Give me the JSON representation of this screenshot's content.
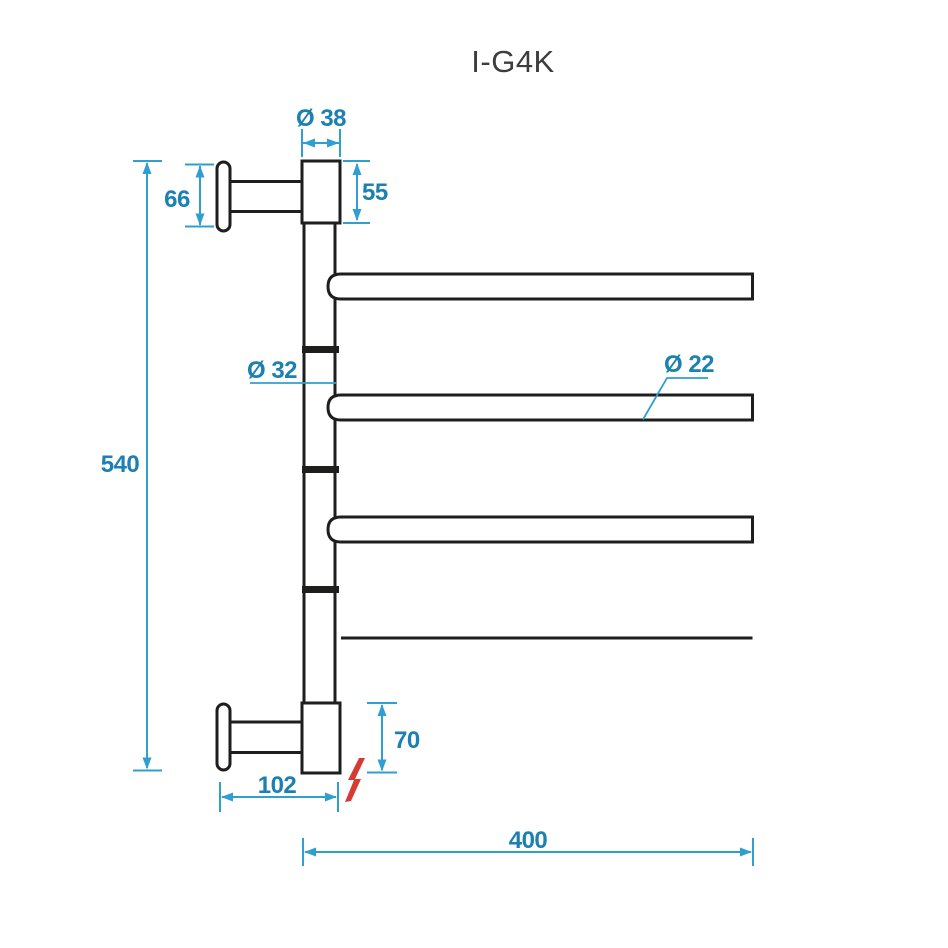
{
  "model": "I-G4K",
  "colors": {
    "outline": "#1e1e1c",
    "dimension_line": "#2f9fd2",
    "dimension_text": "#1b80b2",
    "electric_red": "#d63b33",
    "background": "#ffffff"
  },
  "dims": {
    "pivot_block_diameter": "Ø 38",
    "top_bracket_height": "55",
    "wall_plate_height": "66",
    "overall_height": "540",
    "post_diameter": "Ø 32",
    "bar_diameter": "Ø 22",
    "bottom_bracket_height": "70",
    "wall_offset": "102",
    "bar_length": "400"
  },
  "icons": {
    "electric_bolt": "red-lightning-zigzag"
  }
}
